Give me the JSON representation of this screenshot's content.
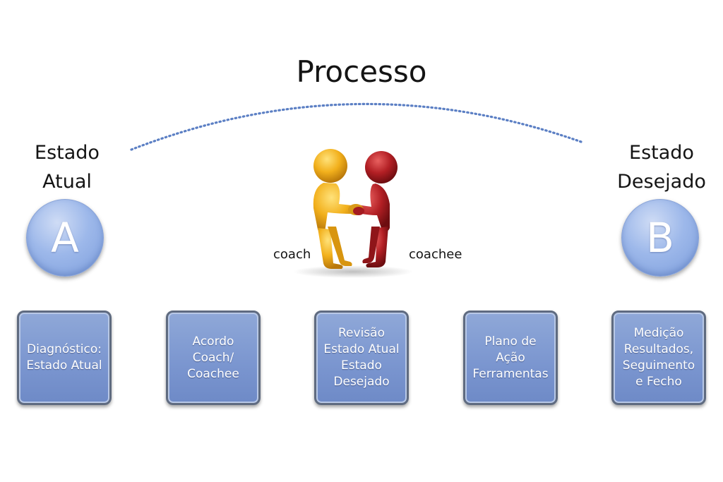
{
  "title": "Processo",
  "state_a": {
    "label_lines": [
      "Estado",
      "Atual"
    ],
    "letter": "A"
  },
  "state_b": {
    "label_lines": [
      "Estado",
      "Desejado"
    ],
    "letter": "B"
  },
  "figures": {
    "left_label": "coach",
    "right_label": "coachee",
    "left_color": "#e8a317",
    "right_color": "#b21f24"
  },
  "steps": [
    {
      "lines": [
        "Diagnóstico:",
        "Estado Atual"
      ]
    },
    {
      "lines": [
        "Acordo",
        "Coach/",
        "Coachee"
      ]
    },
    {
      "lines": [
        "Revisão",
        "Estado Atual",
        "Estado",
        "Desejado"
      ]
    },
    {
      "lines": [
        "Plano de",
        "Ação",
        "Ferramentas"
      ]
    },
    {
      "lines": [
        "Medição",
        "Resultados,",
        "Seguimento",
        "e Fecho"
      ]
    }
  ],
  "colors": {
    "circle": "#8fadeA",
    "box": "#7f99d1",
    "box_border": "#5f6b80",
    "arc": "#5b7fc4"
  }
}
